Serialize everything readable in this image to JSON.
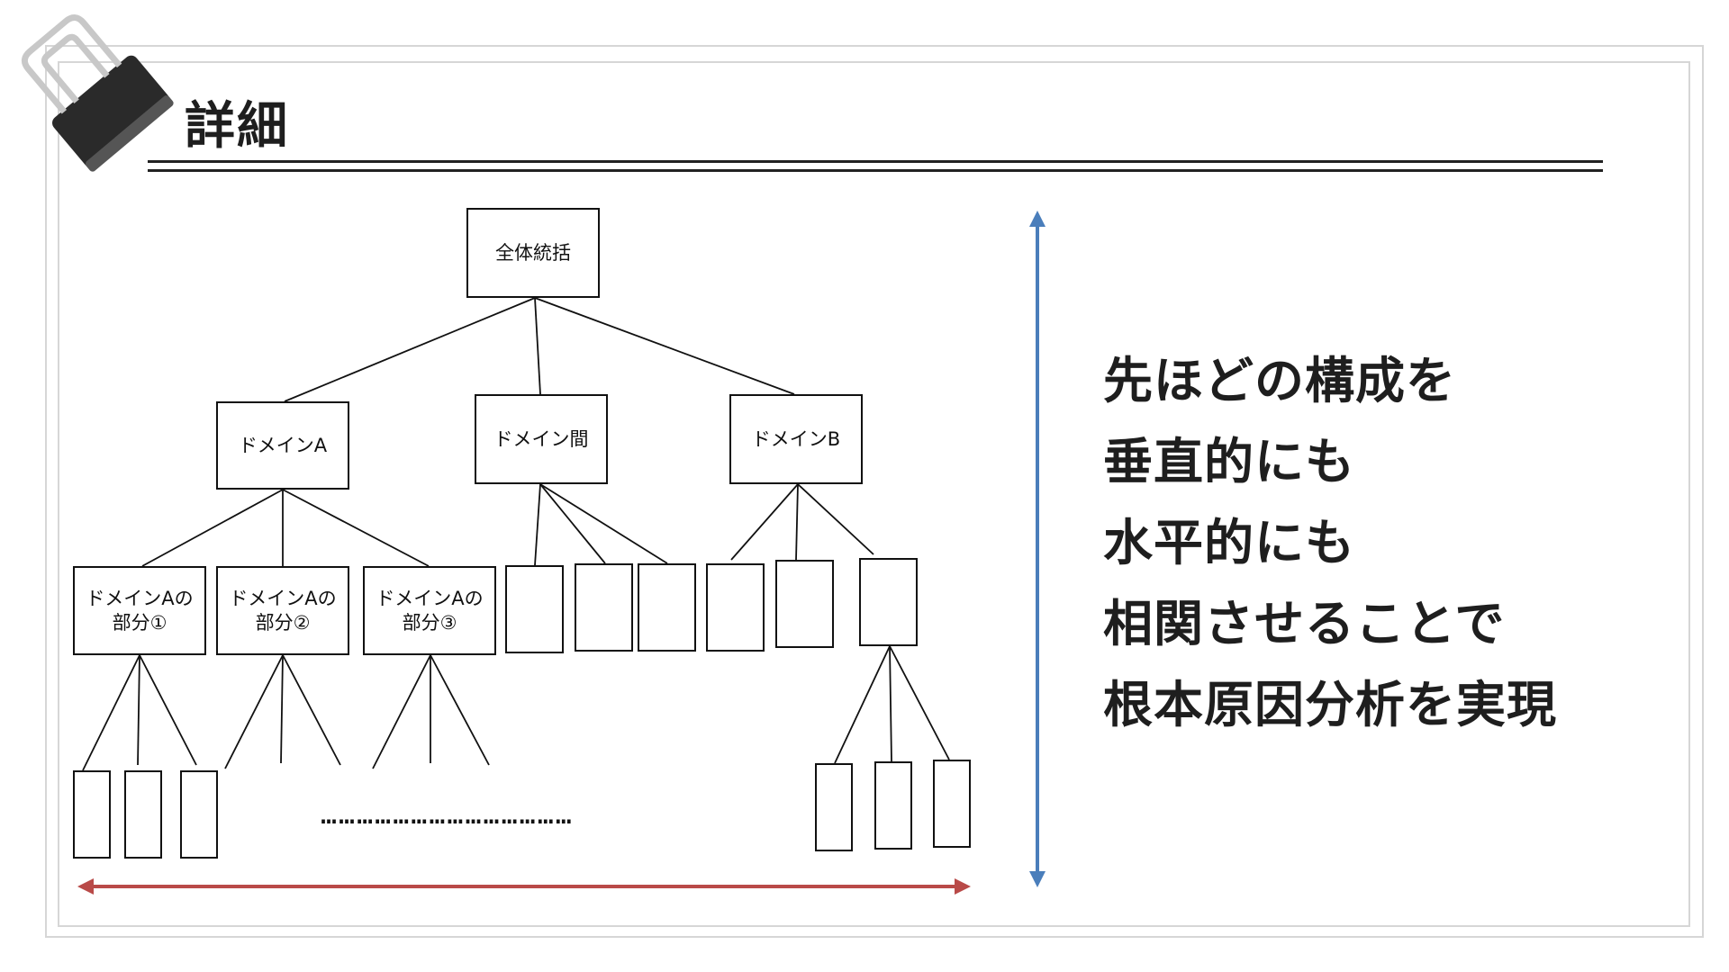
{
  "title": "詳細",
  "nodes": {
    "root": "全体統括",
    "domain_a": "ドメインA",
    "domain_between": "ドメイン間",
    "domain_b": "ドメインB",
    "part1": "ドメインAの\n部分①",
    "part2": "ドメインAの\n部分②",
    "part3": "ドメインAの\n部分③"
  },
  "ellipsis": "……………………………………",
  "tagline": [
    "先ほどの構成を",
    "垂直的にも",
    "水平的にも",
    "相関させることで",
    "根本原因分析を実現"
  ],
  "colors": {
    "vertical_arrow": "#4a7ebb",
    "horizontal_arrow": "#b94a48",
    "text": "#1e1e1e",
    "clip_body": "#2a2a2a",
    "clip_wire": "#c8c8c8"
  },
  "icons": [
    "binder-clip-icon"
  ]
}
